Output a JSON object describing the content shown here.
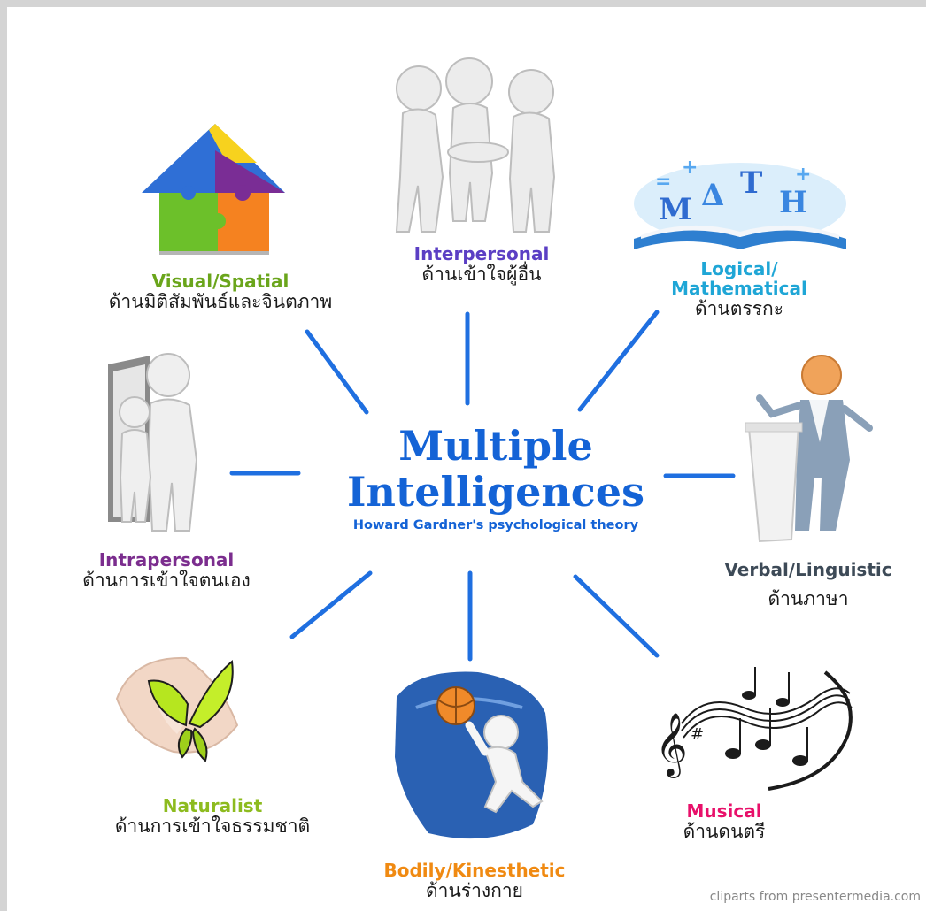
{
  "center": {
    "title_line1": "Multiple",
    "title_line2": "Intelligences",
    "subtitle": "Howard Gardner's psychological theory"
  },
  "nodes": {
    "visual": {
      "en": "Visual/Spatial",
      "th": "ด้านมิติสัมพันธ์และจินตภาพ",
      "color": "#6aa51b",
      "icon": "puzzle-house-icon"
    },
    "interpersonal": {
      "en": "Interpersonal",
      "th": "ด้านเข้าใจผู้อื่น",
      "color": "#5b3fc4",
      "icon": "group-handshake-icon"
    },
    "logical": {
      "en_line1": "Logical/",
      "en_line2": "Mathematical",
      "th": "ด้านตรรกะ",
      "color": "#1fa6d6",
      "icon": "math-book-icon"
    },
    "intrapersonal": {
      "en": "Intrapersonal",
      "th": "ด้านการเข้าใจตนเอง",
      "color": "#7b2d8e",
      "icon": "mirror-figure-icon"
    },
    "verbal": {
      "en": "Verbal/Linguistic",
      "th": "ด้านภาษา",
      "color": "#3d4a57",
      "icon": "speaker-podium-icon"
    },
    "naturalist": {
      "en": "Naturalist",
      "th": "ด้านการเข้าใจธรรมชาติ",
      "color": "#8dbb1e",
      "icon": "butterfly-hands-icon"
    },
    "bodily": {
      "en": "Bodily/Kinesthetic",
      "th": "ด้านร่างกาย",
      "color": "#f08a12",
      "icon": "basketball-player-icon"
    },
    "musical": {
      "en": "Musical",
      "th": "ด้านดนตรี",
      "color": "#e8106a",
      "icon": "music-notes-icon"
    }
  },
  "connector_color": "#1f6fe0",
  "title_color": "#1463d6",
  "credit": "cliparts from presentermedia.com"
}
